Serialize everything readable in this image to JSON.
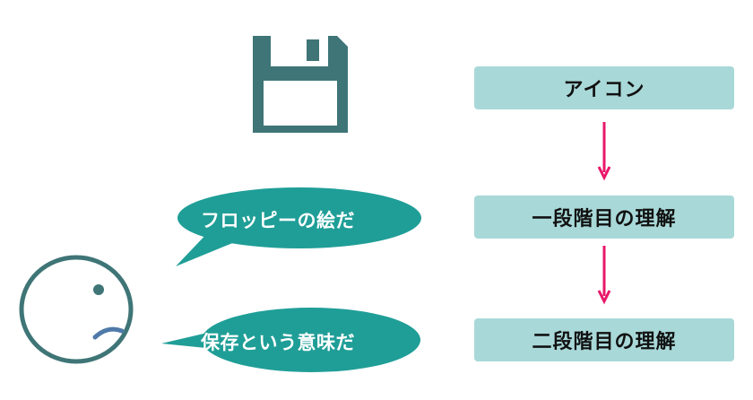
{
  "colors": {
    "teal": "#1f9e97",
    "floppy_gray": "#3f7577",
    "box_fill": "#a9d8d8",
    "arrow": "#e8186a",
    "face_outline": "#3f7577",
    "face_mouth": "#4f79a8"
  },
  "icons": {
    "floppy": "floppy-disk-icon",
    "face": "puzzled-face-icon"
  },
  "bubbles": [
    {
      "text": "フロッピーの絵だ"
    },
    {
      "text": "保存という意味だ"
    }
  ],
  "flow": [
    {
      "label": "アイコン"
    },
    {
      "label": "一段階目の理解"
    },
    {
      "label": "二段階目の理解"
    }
  ]
}
